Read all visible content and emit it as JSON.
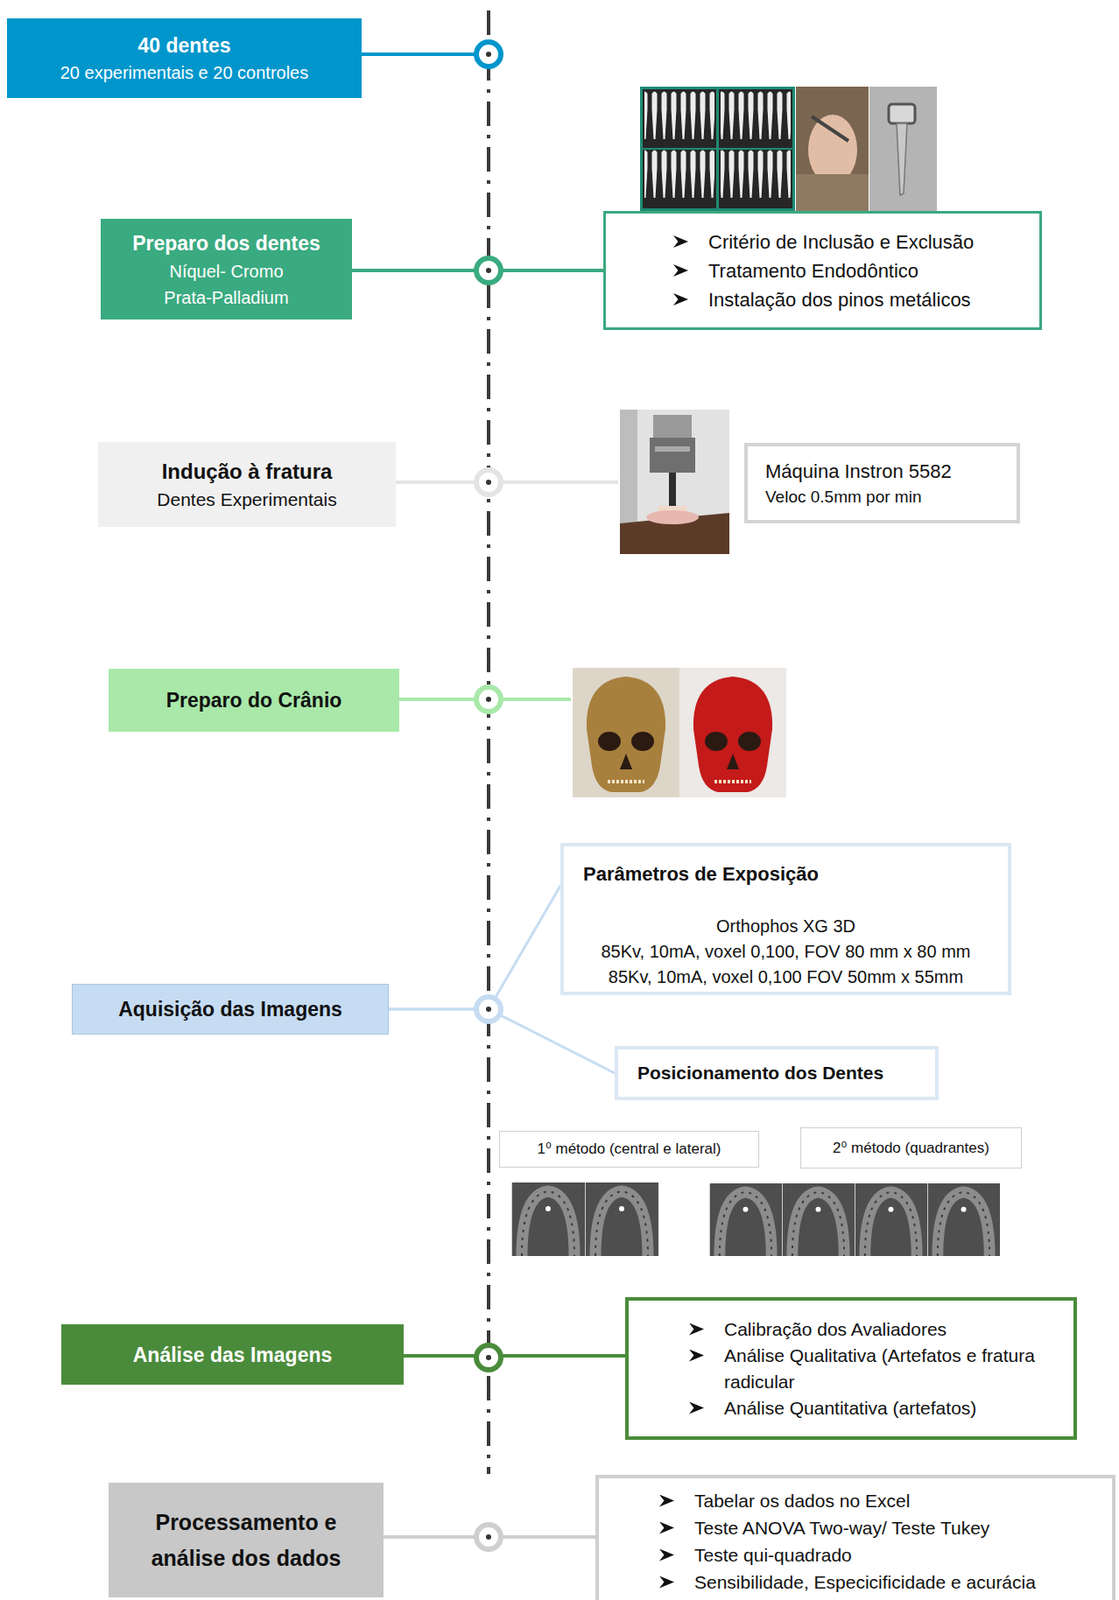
{
  "diagram": {
    "nodes": [
      {
        "text": [
          "40 dentes",
          "20 experimentais e 20 controles"
        ]
      },
      {
        "text": [
          "Preparo dos dentes",
          "Níquel- Cromo",
          "Prata-Palladium"
        ]
      },
      {
        "text": [
          "Critério de Inclusão e Exclusão",
          "Tratamento Endodôntico",
          "Instalação dos pinos metálicos"
        ]
      },
      {
        "text": [
          "Indução à fratura",
          "Dentes Experimentais"
        ]
      },
      {
        "text": [
          "Máquina Instron 5582",
          "Veloc 0.5mm por min"
        ]
      },
      {
        "text": [
          "Preparo do Crânio"
        ]
      },
      {
        "text": [
          "Parâmetros de Exposição",
          "Orthophos XG 3D",
          "85Kv, 10mA, voxel 0,100, FOV 80 mm x 80 mm",
          "85Kv, 10mA, voxel 0,100 FOV 50mm x 55mm"
        ]
      },
      {
        "text": [
          "Aquisição das Imagens"
        ]
      },
      {
        "text": [
          "Posicionamento dos Dentes"
        ]
      },
      {
        "text": [
          "1⁰ método (central e lateral)"
        ]
      },
      {
        "text": [
          "2⁰ método (quadrantes)"
        ]
      },
      {
        "text": [
          "Análise das Imagens"
        ]
      },
      {
        "text": [
          "Calibração dos Avaliadores",
          "Análise Qualitativa (Artefatos e fratura radicular",
          "Análise Quantitativa (artefatos)"
        ]
      },
      {
        "text": [
          "Processamento e análise dos dados"
        ]
      },
      {
        "text": [
          "Tabelar os dados no Excel",
          "Teste ANOVA Two-way/ Teste Tukey",
          "Teste qui-quadrado",
          "Sensibilidade, Especicificidade e acurácia"
        ]
      }
    ],
    "edges": [
      {
        "from": 1,
        "to": 2,
        "arrow": "none"
      },
      {
        "from": 7,
        "to": 6,
        "arrow": "none"
      },
      {
        "from": 7,
        "to": 8,
        "arrow": "none"
      },
      {
        "from": 11,
        "to": 12,
        "arrow": "none"
      },
      {
        "from": 13,
        "to": 14,
        "arrow": "none"
      }
    ]
  }
}
